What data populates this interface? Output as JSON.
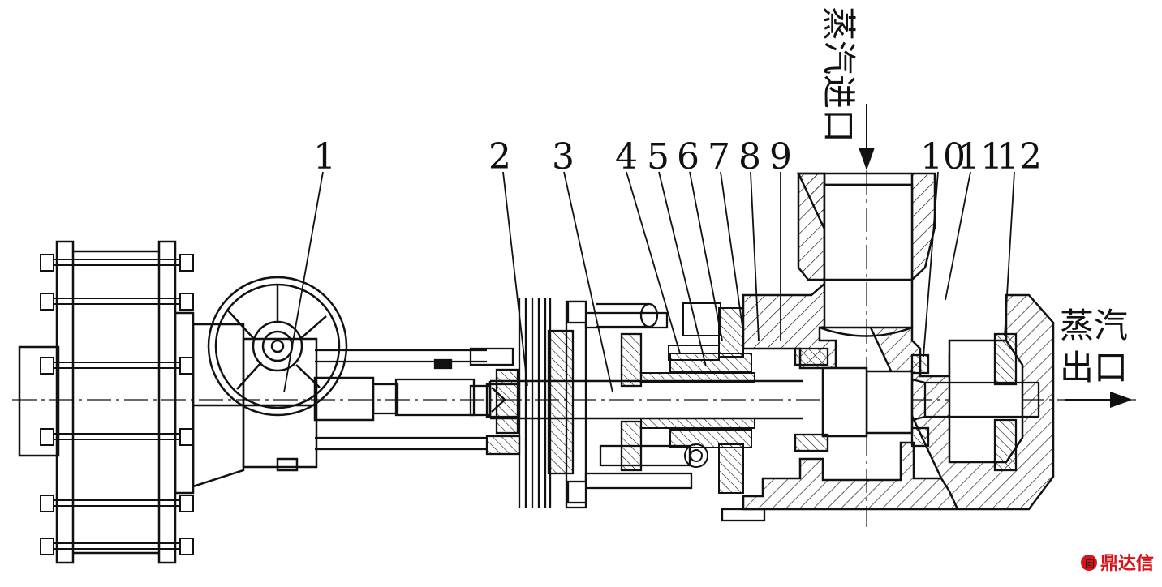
{
  "callouts": [
    "1",
    "2",
    "3",
    "4",
    "5",
    "6",
    "7",
    "8",
    "9",
    "10",
    "11",
    "12"
  ],
  "inlet_label": "蒸汽进口",
  "outlet_label": [
    "蒸汽",
    "出口"
  ],
  "watermark": "鼎达信",
  "colors": {
    "ink": "#111111",
    "background": "#ffffff",
    "watermark": "#d8141b"
  }
}
